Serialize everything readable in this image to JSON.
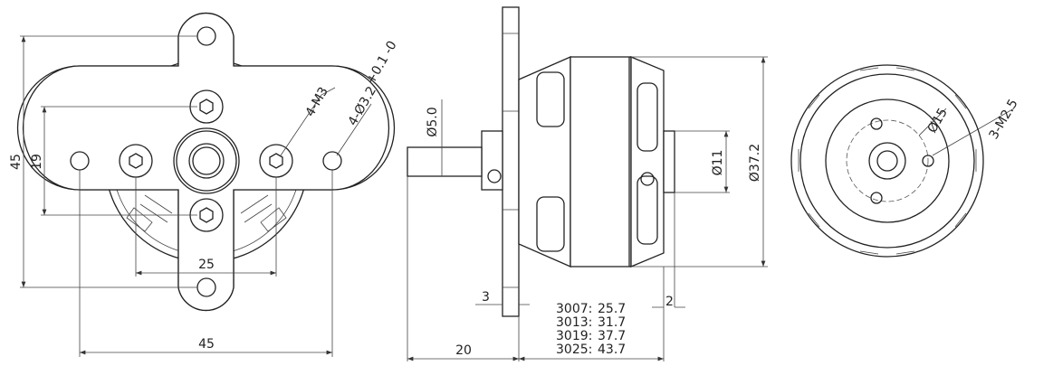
{
  "front_view": {
    "dim_height": "45",
    "dim_screw_vertical": "19",
    "dim_screw_horizontal": "25",
    "dim_width": "45",
    "label_screws": "4-M3",
    "label_holes": "4-Ø3.2",
    "label_holes_tol": "+0.1 -0"
  },
  "side_view": {
    "dim_shaft": "Ø5.0",
    "dim_rear_boss": "Ø11",
    "dim_body": "Ø37.2",
    "dim_plate": "3",
    "dim_rear_gap": "2",
    "dim_shaft_length": "20",
    "length_table": [
      {
        "model": "3007:",
        "length": "25.7"
      },
      {
        "model": "3013:",
        "length": "31.7"
      },
      {
        "model": "3019:",
        "length": "37.7"
      },
      {
        "model": "3025:",
        "length": "43.7"
      }
    ]
  },
  "rear_view": {
    "dim_bolt_circle": "Ø15",
    "label_holes": "3-M2.5"
  }
}
